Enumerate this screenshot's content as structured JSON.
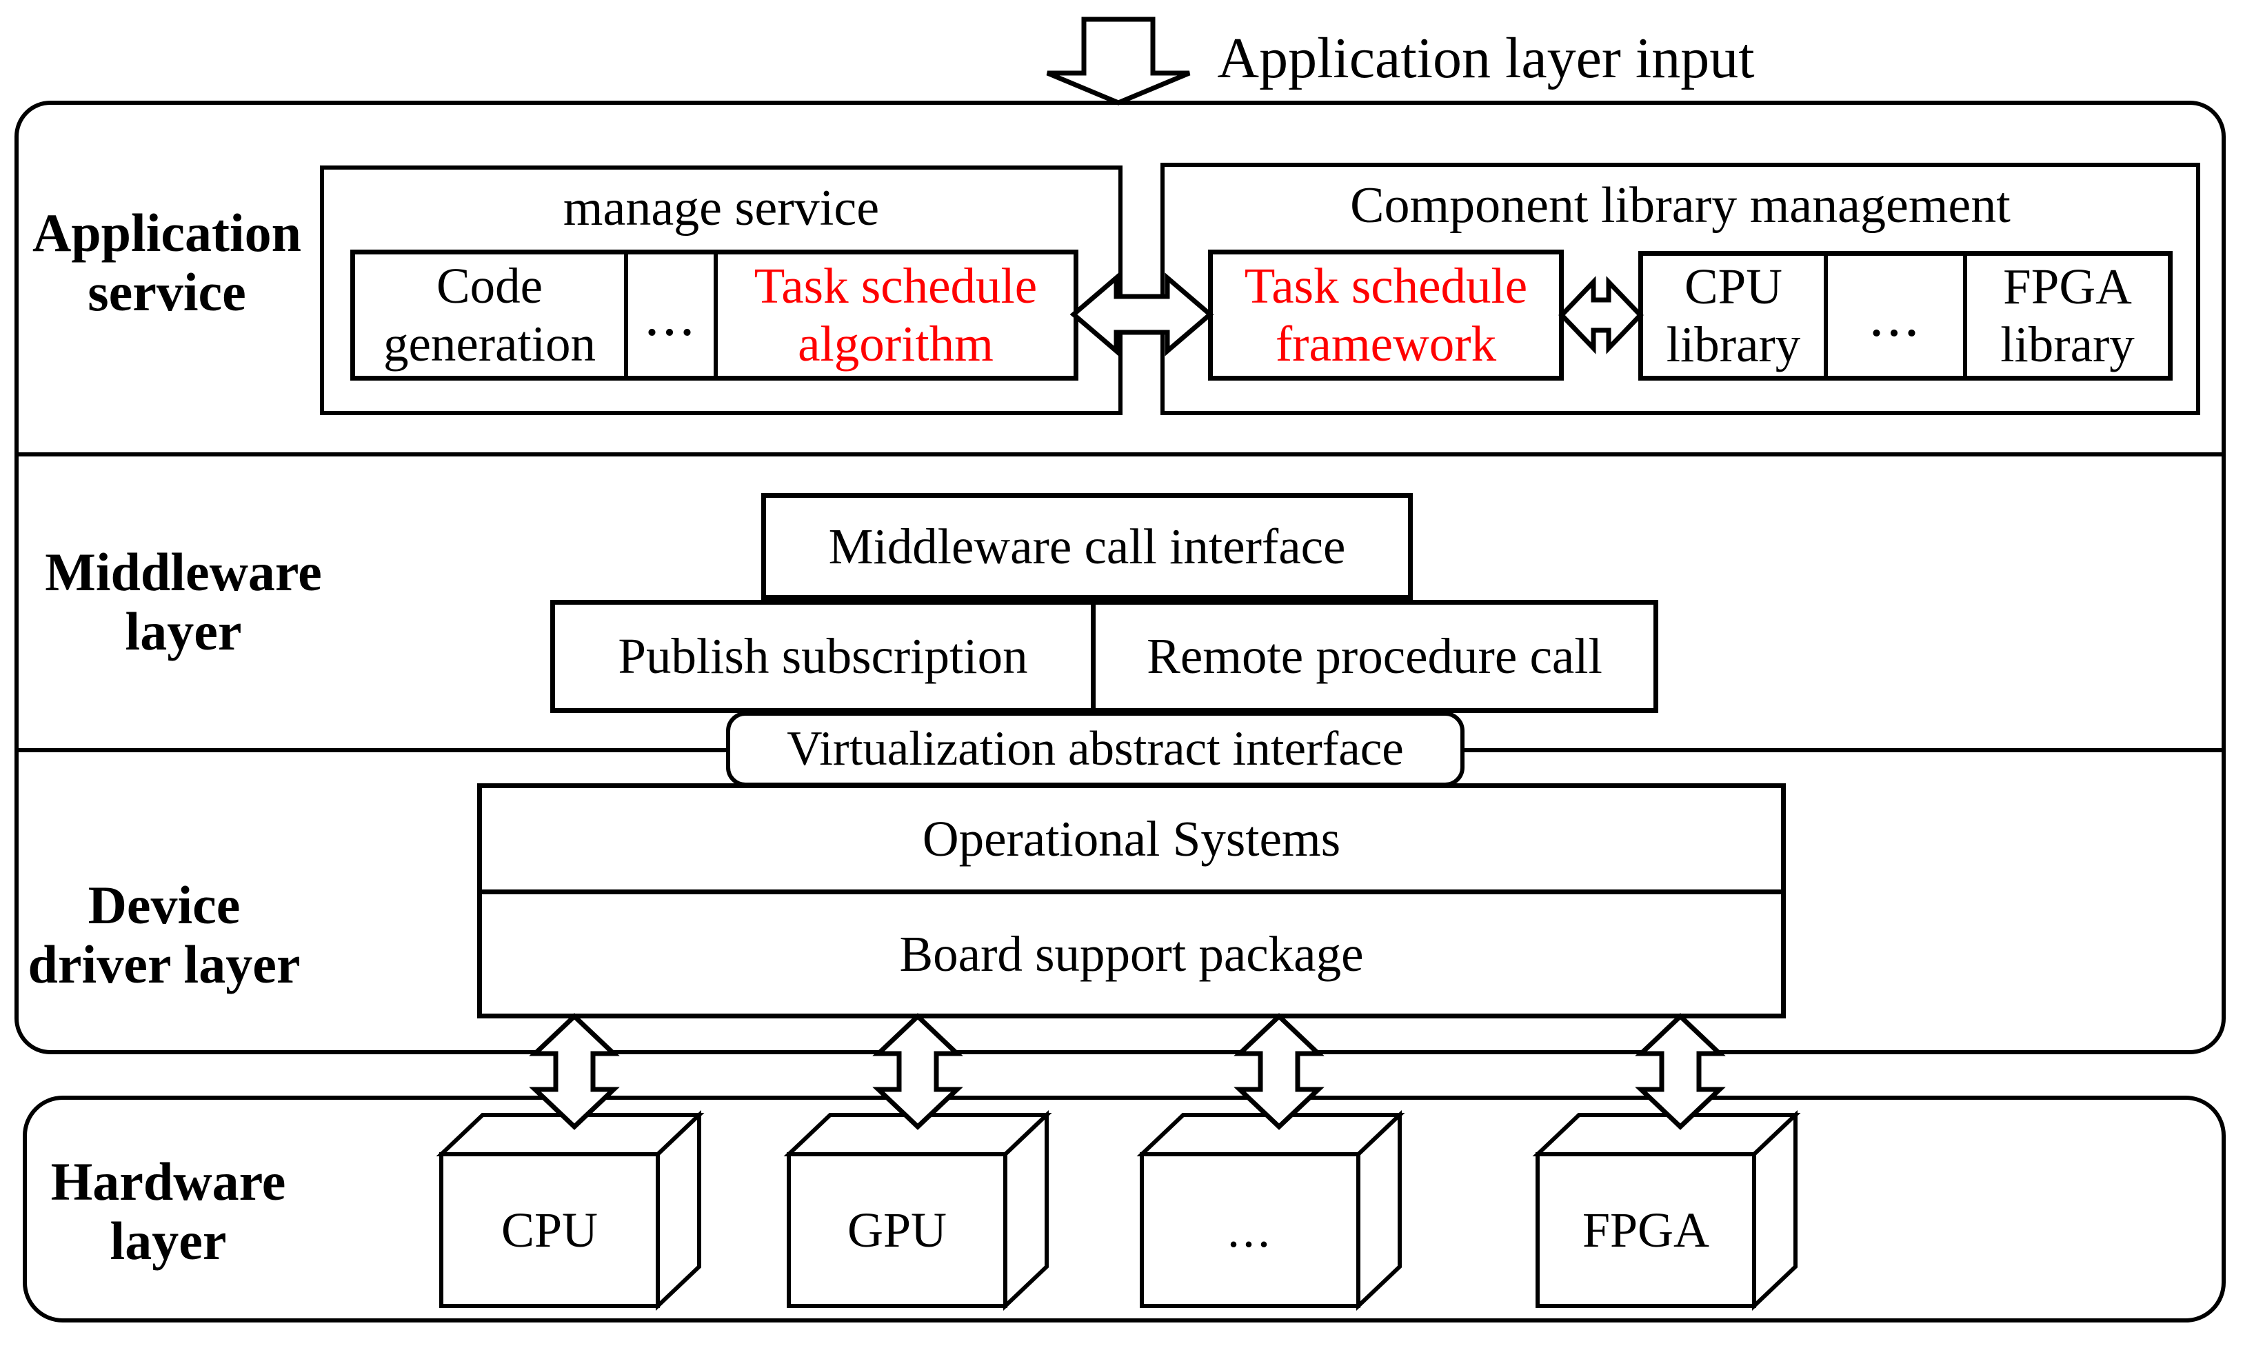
{
  "colors": {
    "line": "#000000",
    "background": "#ffffff",
    "highlight_text": "#ff0000"
  },
  "top": {
    "arrow_label": "Application layer input"
  },
  "layer_labels": {
    "application": [
      "Application",
      "service"
    ],
    "middleware": [
      "Middleware",
      "layer"
    ],
    "device_driver": [
      "Device",
      "driver layer"
    ],
    "hardware": [
      "Hardware",
      "layer"
    ]
  },
  "application_service": {
    "manage_service": {
      "title": "manage service",
      "cells": [
        "Code generation",
        "...",
        "Task schedule algorithm"
      ]
    },
    "component_library": {
      "title": "Component library management",
      "framework": "Task schedule framework",
      "libraries": [
        "CPU library",
        "...",
        "FPGA library"
      ]
    }
  },
  "middleware_layer": {
    "call_interface": "Middleware call interface",
    "publish_subscription": "Publish subscription",
    "remote_procedure_call": "Remote procedure call"
  },
  "device_driver_layer": {
    "virtualization_interface": "Virtualization abstract interface",
    "operational_systems": "Operational Systems",
    "board_support_package": "Board support package"
  },
  "hardware_layer": {
    "devices": [
      "CPU",
      "GPU",
      "...",
      "FPGA"
    ]
  }
}
